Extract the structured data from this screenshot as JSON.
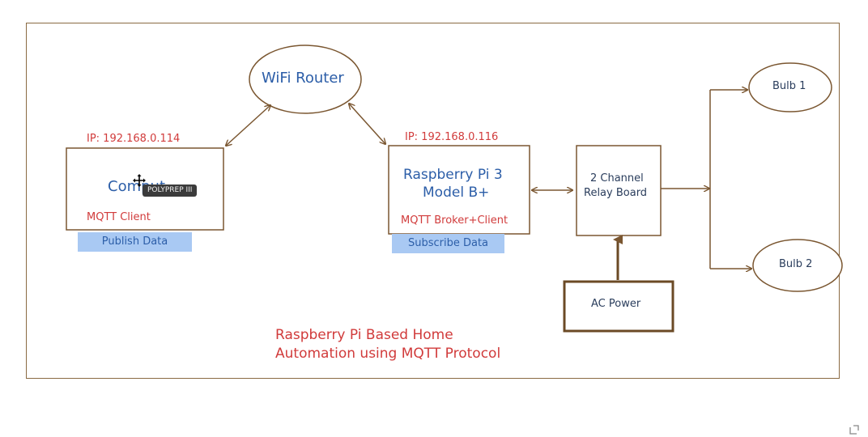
{
  "diagram": {
    "title_line1": "Raspberry Pi Based Home",
    "title_line2": "Automation using MQTT Protocol",
    "router": {
      "label": "WiFi Router"
    },
    "computer": {
      "ip": "IP: 192.168.0.114",
      "label": "Comput",
      "role": "MQTT Client",
      "tag": "Publish Data"
    },
    "raspberry": {
      "ip": "IP: 192.168.0.116",
      "label_line1": "Raspberry Pi 3",
      "label_line2": "Model B+",
      "role": "MQTT Broker+Client",
      "tag": "Subscribe Data"
    },
    "relay": {
      "label_line1": "2 Channel",
      "label_line2": "Relay Board"
    },
    "power": {
      "label": "AC Power"
    },
    "bulb1": {
      "label": "Bulb 1"
    },
    "bulb2": {
      "label": "Bulb 2"
    }
  },
  "overlay": {
    "tooltip": "POLYPREP III",
    "cursor_icon": "move-cursor-icon",
    "corner_icon": "fullscreen-icon"
  },
  "colors": {
    "border": "#8a6a42",
    "arrow": "#7a5630",
    "red_text": "#d13b3b",
    "blue_text": "#2c5ea8",
    "tag_bg": "#a9c9f3",
    "tooltip_bg": "#3b3b3b"
  }
}
